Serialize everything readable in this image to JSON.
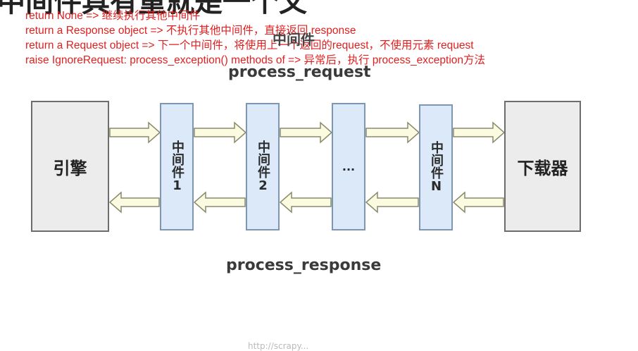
{
  "top_title": "中间件具有重就是一个文",
  "notes": [
    "return None => 继续执行其他中间件",
    "return a Response object => 不执行其他中间件，直接返回 response",
    "return a Request object => 下一个中间件，将使用上一个返回的request，不使用元素 request",
    "raise IgnoreRequest: process_exception() methods of => 异常后，执行 process_exception方法"
  ],
  "diagram": {
    "heading": "中间件",
    "process_request_label": "process_request",
    "process_response_label": "process_response",
    "engine_label": "引擎",
    "downloader_label": "下载器",
    "middlewares": [
      "中间件1",
      "中间件2",
      "...",
      "中间件N"
    ],
    "colors": {
      "middleware_fill": "#dbe9f9",
      "end_fill": "#ececec",
      "arrow_fill": "#fbfbe1",
      "note_text": "#e02020"
    }
  },
  "footer": "http://scrapy..."
}
